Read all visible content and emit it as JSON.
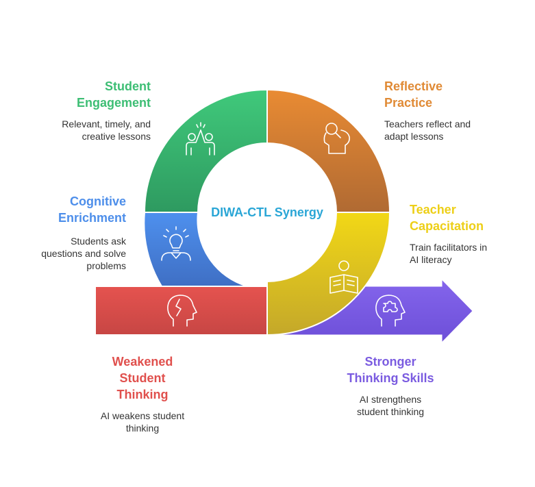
{
  "center_title": "DIWA-CTL Synergy",
  "sections": {
    "student_engagement": {
      "title": "Student\nEngagement",
      "description": "Relevant, timely, and\ncreative lessons",
      "color": "#3DBE74"
    },
    "reflective_practice": {
      "title": "Reflective\nPractice",
      "description": "Teachers reflect and\nadapt lessons",
      "color": "#E08A35"
    },
    "cognitive_enrichment": {
      "title": "Cognitive\nEnrichment",
      "description": "Students ask\nquestions and solve\nproblems",
      "color": "#4D8EEA"
    },
    "teacher_capacitation": {
      "title": "Teacher\nCapacitation",
      "description": "Train facilitators in\nAI literacy",
      "color": "#EDCF17"
    },
    "weakened_thinking": {
      "title": "Weakened\nStudent\nThinking",
      "description": "AI weakens student\nthinking",
      "color": "#E0504D"
    },
    "stronger_thinking": {
      "title": "Stronger\nThinking Skills",
      "description": "AI strengthens\nstudent thinking",
      "color": "#7A5BE0"
    }
  },
  "icons": [
    "high-five-icon",
    "person-thinking-icon",
    "lightbulb-person-icon",
    "reading-person-icon",
    "cracked-head-icon",
    "brain-puzzle-icon"
  ],
  "center_text_color": "#2AA6D6"
}
